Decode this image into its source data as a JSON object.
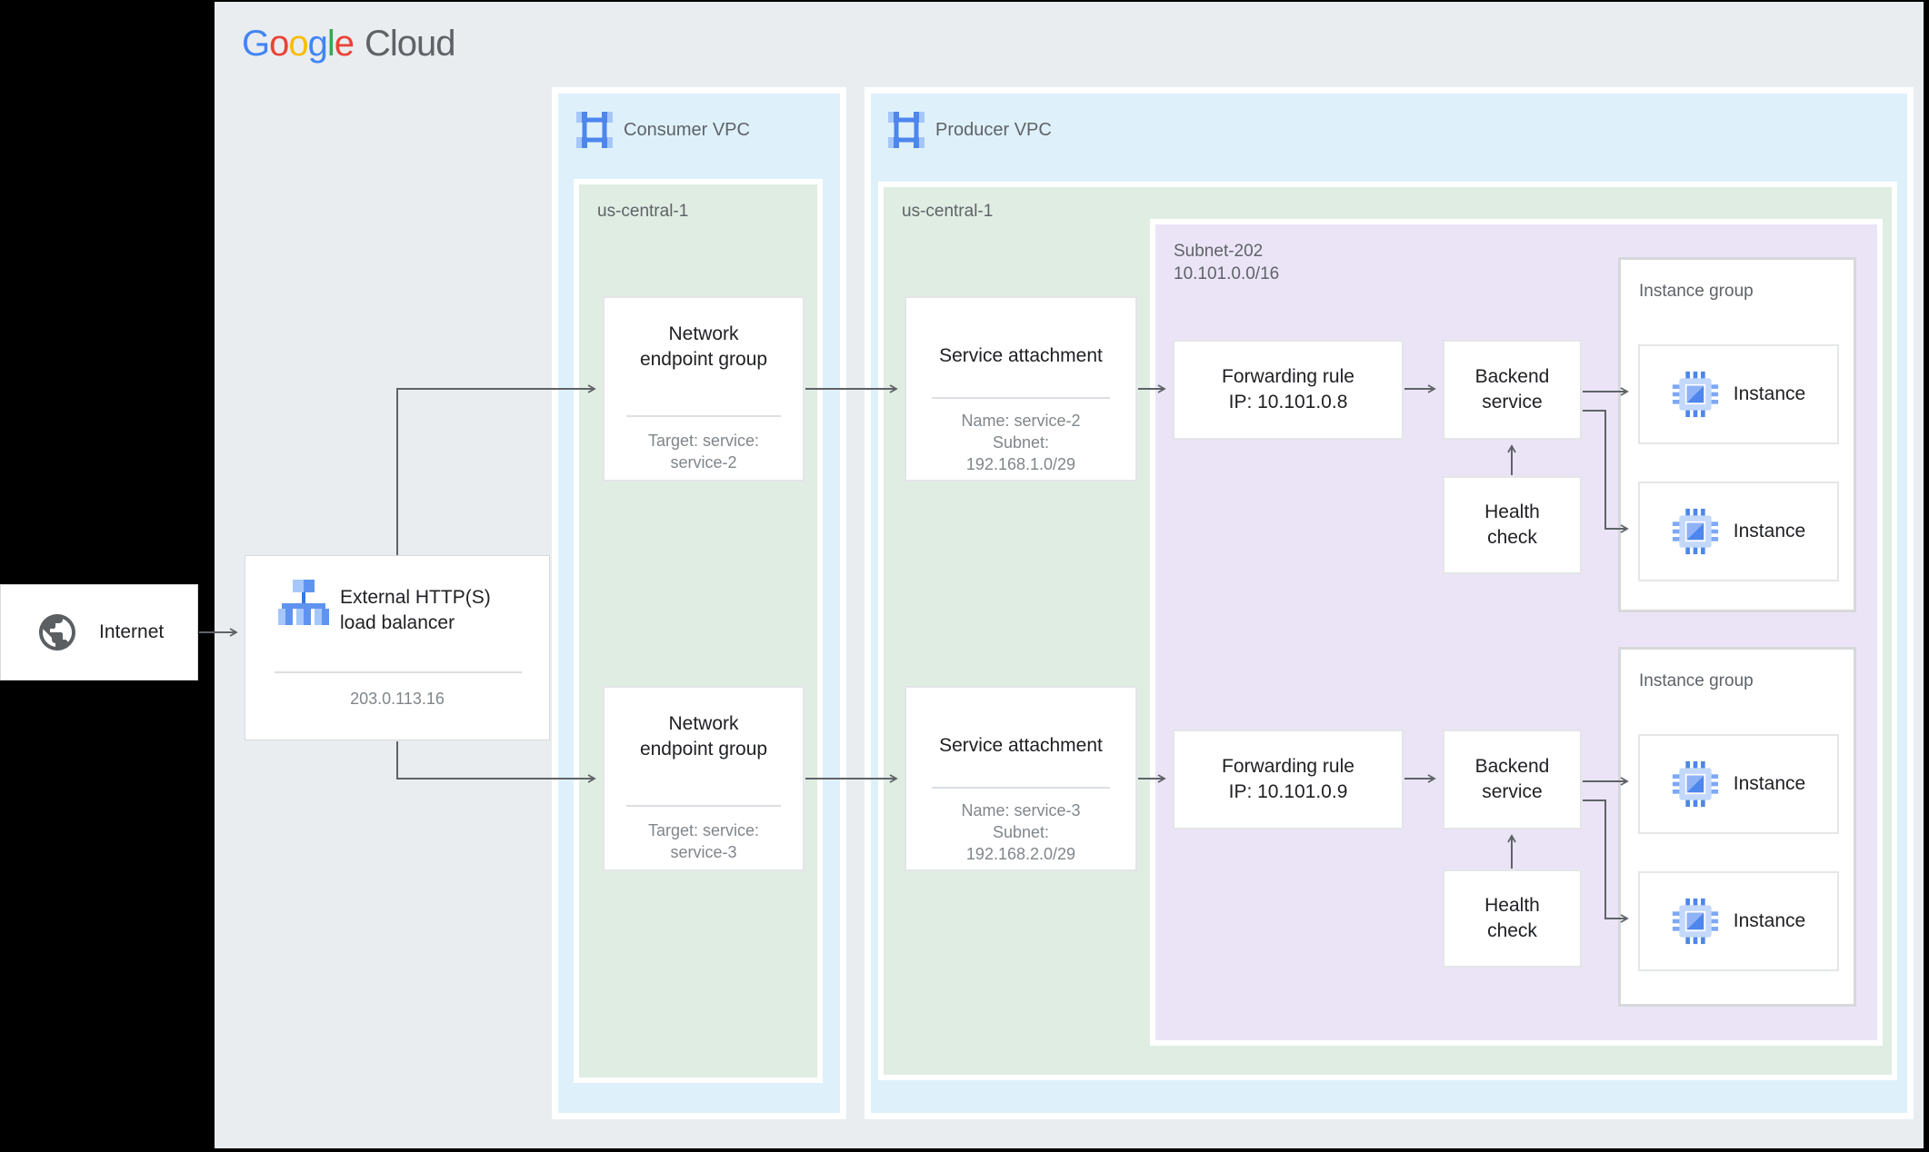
{
  "logo": {
    "letters": [
      {
        "ch": "G",
        "color": "#4285F4"
      },
      {
        "ch": "o",
        "color": "#EA4335"
      },
      {
        "ch": "o",
        "color": "#FBBC05"
      },
      {
        "ch": "g",
        "color": "#4285F4"
      },
      {
        "ch": "l",
        "color": "#34A853"
      },
      {
        "ch": "e",
        "color": "#EA4335"
      }
    ],
    "cloud": "Cloud",
    "cloud_color": "#5f6368"
  },
  "internet": {
    "label": "Internet"
  },
  "load_balancer": {
    "title_line1": "External HTTP(S)",
    "title_line2": "load balancer",
    "ip": "203.0.113.16"
  },
  "consumer_vpc": {
    "label": "Consumer VPC",
    "region_label": "us-central-1",
    "negs": [
      {
        "title_line1": "Network",
        "title_line2": "endpoint group",
        "detail_line1": "Target: service:",
        "detail_line2": "service-2"
      },
      {
        "title_line1": "Network",
        "title_line2": "endpoint group",
        "detail_line1": "Target: service:",
        "detail_line2": "service-3"
      }
    ]
  },
  "producer_vpc": {
    "label": "Producer VPC",
    "region_label": "us-central-1",
    "service_attachments": [
      {
        "title": "Service attachment",
        "name": "Name: service-2",
        "subnet_label": "Subnet:",
        "subnet_cidr": "192.168.1.0/29"
      },
      {
        "title": "Service attachment",
        "name": "Name: service-3",
        "subnet_label": "Subnet:",
        "subnet_cidr": "192.168.2.0/29"
      }
    ],
    "subnet": {
      "name": "Subnet-202",
      "cidr": "10.101.0.0/16",
      "rows": [
        {
          "forwarding_rule": {
            "line1": "Forwarding rule",
            "line2": "IP: 10.101.0.8"
          },
          "backend_service": {
            "line1": "Backend",
            "line2": "service"
          },
          "health_check": {
            "line1": "Health",
            "line2": "check"
          },
          "instance_group": {
            "label": "Instance group",
            "instances": [
              {
                "label": "Instance"
              },
              {
                "label": "Instance"
              }
            ]
          }
        },
        {
          "forwarding_rule": {
            "line1": "Forwarding rule",
            "line2": "IP: 10.101.0.9"
          },
          "backend_service": {
            "line1": "Backend",
            "line2": "service"
          },
          "health_check": {
            "line1": "Health",
            "line2": "check"
          },
          "instance_group": {
            "label": "Instance group",
            "instances": [
              {
                "label": "Instance"
              },
              {
                "label": "Instance"
              }
            ]
          }
        }
      ]
    }
  },
  "colors": {
    "canvas": "#e9edf0",
    "vpc_fill": "#def1fb",
    "region_fill": "#e0ede3",
    "subnet_fill": "#ebe4f6",
    "arrow": "#5f6368",
    "title_text": "#202124",
    "detail_text": "#80868b",
    "label_text": "#5f6368",
    "icon_blue": "#4d86ec",
    "icon_light_blue": "#a6c7fa"
  }
}
